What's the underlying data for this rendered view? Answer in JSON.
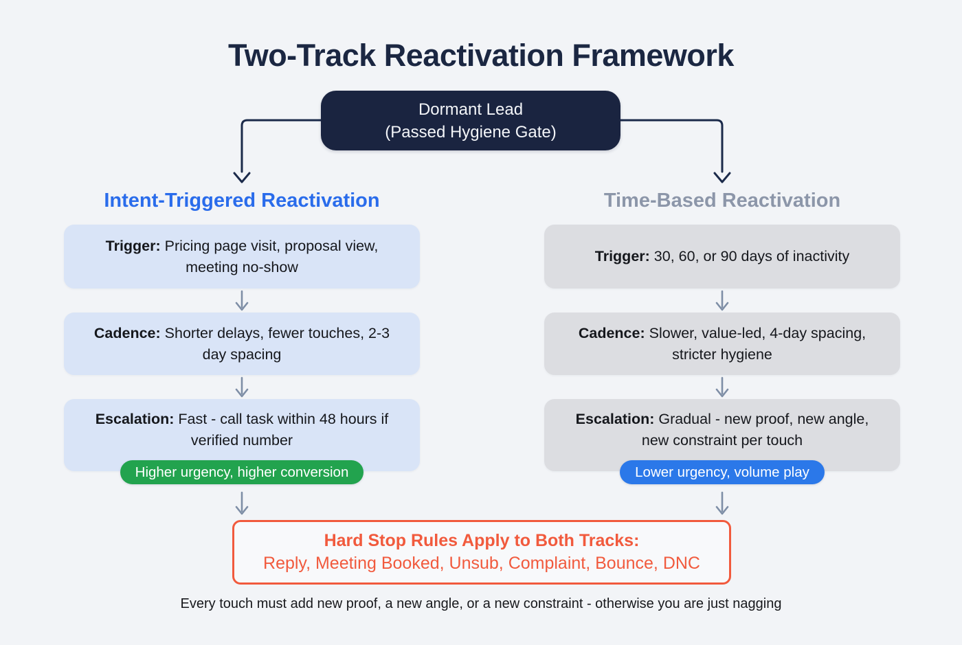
{
  "title": "Two-Track Reactivation Framework",
  "root_node": {
    "line1": "Dormant Lead",
    "line2": "(Passed Hygiene Gate)"
  },
  "tracks": [
    {
      "id": "intent-triggered",
      "title": "Intent-Triggered Reactivation",
      "title_color": "#2a6ceb",
      "box_color": "#d9e4f7",
      "steps": [
        {
          "label": "Trigger:",
          "text": "Pricing page visit, proposal view, meeting no-show"
        },
        {
          "label": "Cadence:",
          "text": "Shorter delays, fewer touches, 2-3 day spacing"
        },
        {
          "label": "Escalation:",
          "text": "Fast - call task within 48 hours if verified number"
        }
      ],
      "badge": {
        "text": "Higher urgency, higher conversion",
        "color": "#22a34e"
      }
    },
    {
      "id": "time-based",
      "title": "Time-Based Reactivation",
      "title_color": "#8c96a9",
      "box_color": "#dcdde1",
      "steps": [
        {
          "label": "Trigger:",
          "text": "30, 60, or 90 days of inactivity"
        },
        {
          "label": "Cadence:",
          "text": "Slower, value-led, 4-day spacing, stricter hygiene"
        },
        {
          "label": "Escalation:",
          "text": "Gradual - new proof, new angle, new constraint per touch"
        }
      ],
      "badge": {
        "text": "Lower urgency, volume play",
        "color": "#2b78e9"
      }
    }
  ],
  "hard_stop": {
    "heading": "Hard Stop Rules Apply to Both Tracks:",
    "items": "Reply, Meeting Booked, Unsub, Complaint, Bounce, DNC",
    "color": "#f15a3d"
  },
  "footer": "Every touch must add new proof, a new angle, or a new constraint - otherwise you are just nagging",
  "colors": {
    "background": "#f2f4f7",
    "title_text": "#1b2742",
    "root_box": "#1a2440",
    "connector_navy": "#1b2a4a",
    "flow_arrow_gray": "#7e8ea6",
    "body_text": "#15171c"
  }
}
